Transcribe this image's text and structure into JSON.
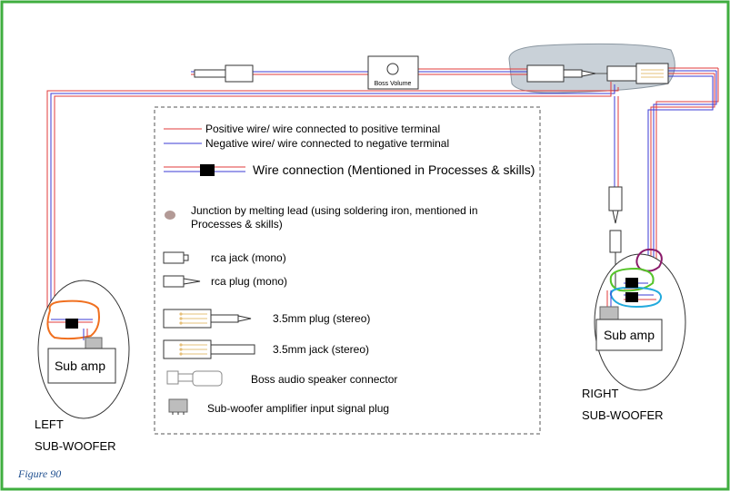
{
  "caption": "Figure 90",
  "top_device": {
    "label": "Boss Volume"
  },
  "legend": {
    "positive": "Positive wire/ wire connected to positive terminal",
    "negative": "Negative wire/ wire connected to negative terminal",
    "wire_connection": "Wire connection (Mentioned in Processes & skills)",
    "junction_line1": "Junction by melting lead (using soldering iron, mentioned in",
    "junction_line2": "Processes & skills)",
    "rca_jack": "rca jack (mono)",
    "rca_plug": "rca plug (mono)",
    "plug_35": "3.5mm plug (stereo)",
    "jack_35": "3.5mm jack (stereo)",
    "boss_connector": "Boss audio speaker connector",
    "sub_plug": "Sub-woofer amplifier input signal plug"
  },
  "left_sub": {
    "amp_label": "Sub amp",
    "line1": "LEFT",
    "line2": "SUB-WOOFER"
  },
  "right_sub": {
    "amp_label": "Sub amp",
    "line1": "RIGHT",
    "line2": "SUB-WOOFER"
  },
  "colors": {
    "border": "#3fae3f",
    "positive": "#e23b3b",
    "negative": "#3b3bd6",
    "junction": "#b39a96",
    "orange": "#f07020",
    "green": "#55c428",
    "purple": "#8a1a6a",
    "cyan": "#22aadd",
    "highlight": "#b8c2cc"
  }
}
